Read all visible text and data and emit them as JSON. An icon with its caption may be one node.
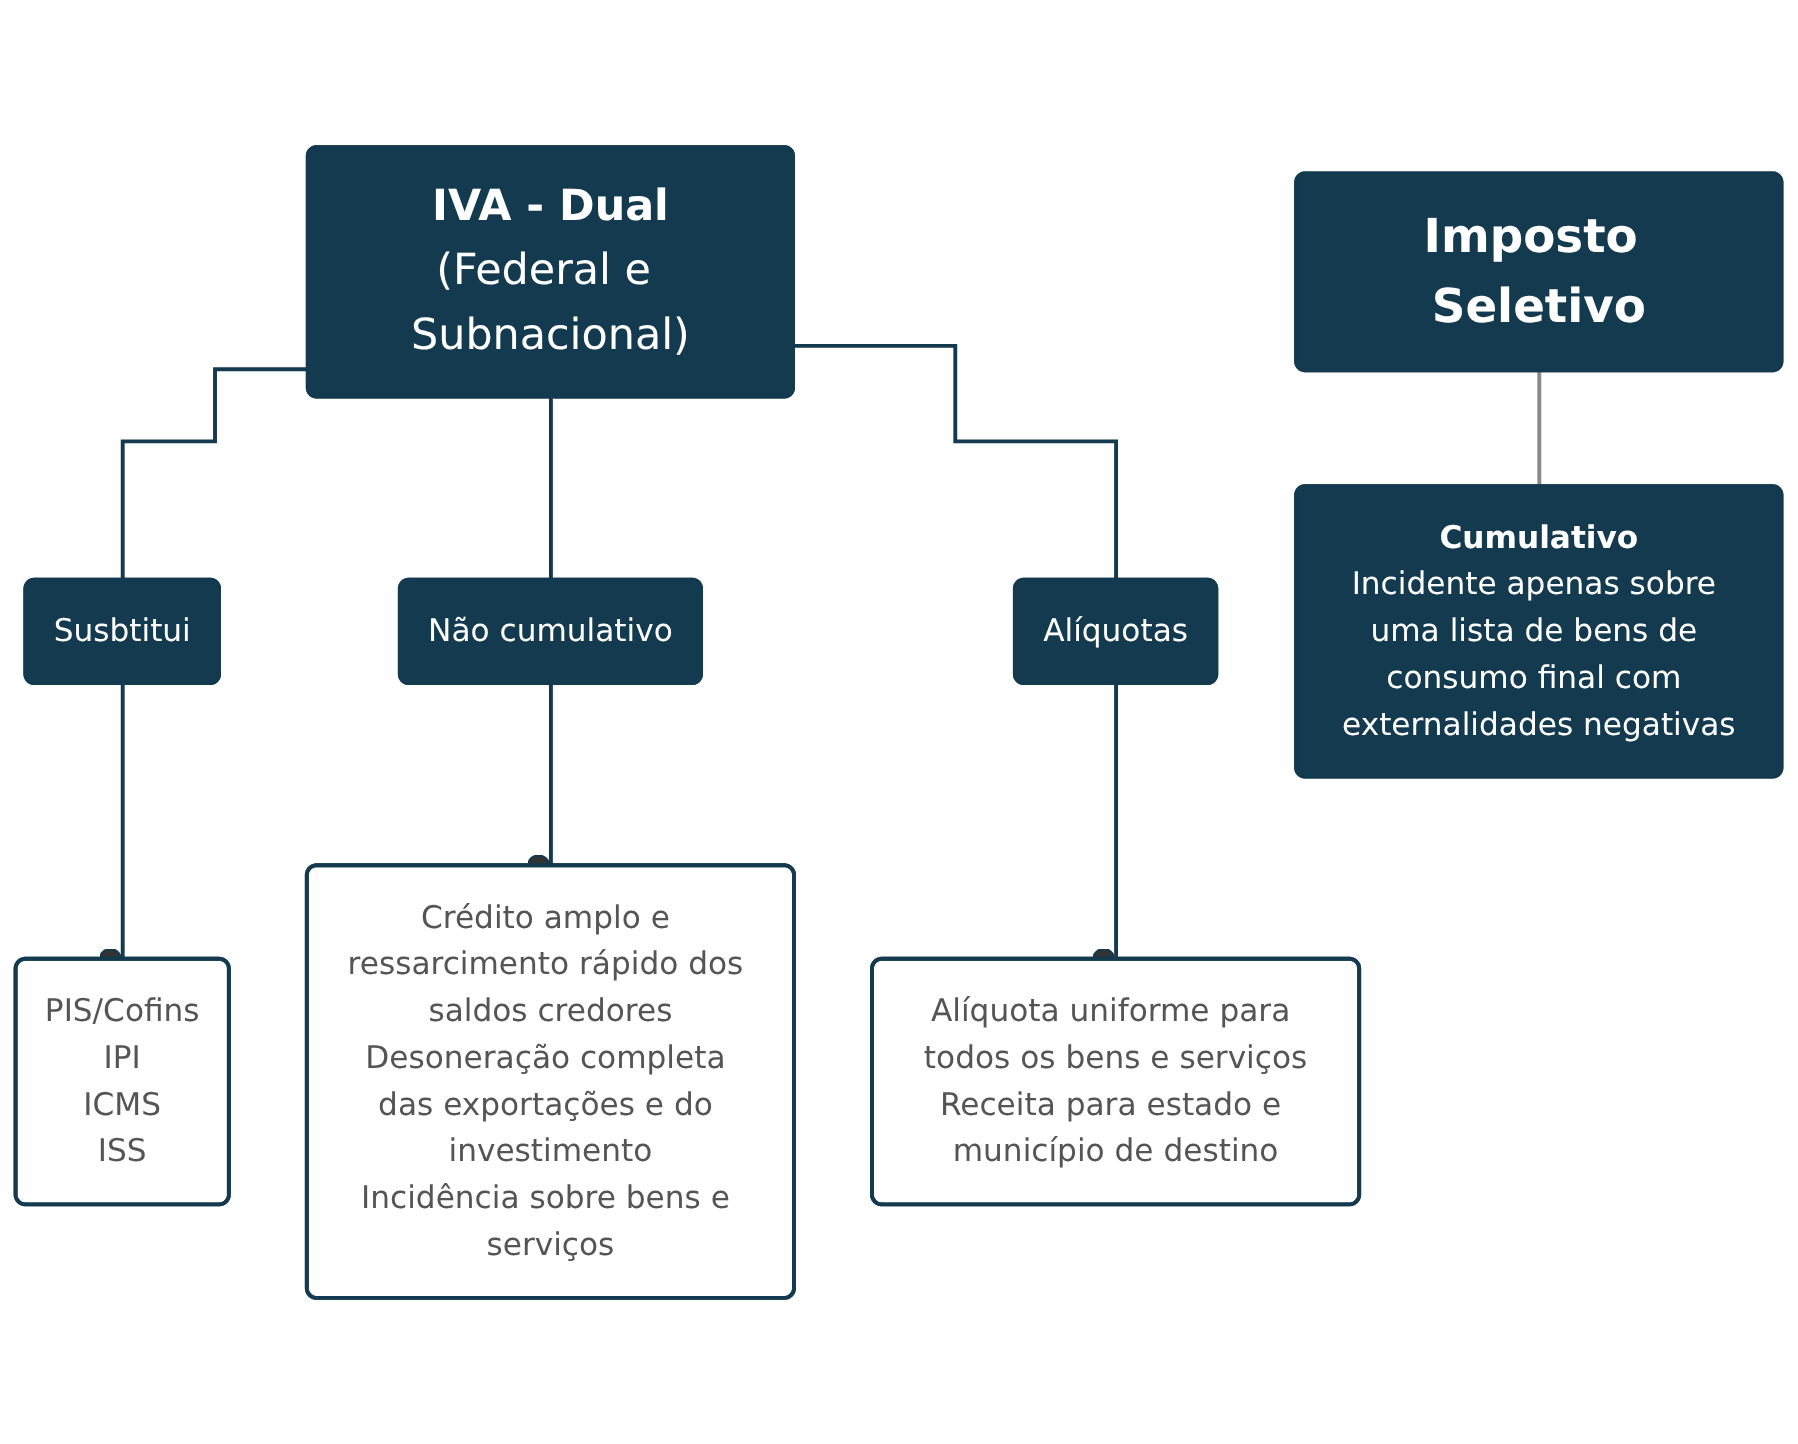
{
  "diagram": {
    "nodes": [
      {
        "text": [
          "IVA - Dual",
          "(Federal e Subnacional)"
        ]
      },
      {
        "text": [
          "Susbtitui"
        ]
      },
      {
        "text": [
          "Não cumulativo"
        ]
      },
      {
        "text": [
          "Alíquotas"
        ]
      },
      {
        "text": [
          "PIS/Cofins",
          "IPI",
          "ICMS",
          "ISS"
        ]
      },
      {
        "text": [
          "Crédito amplo e ressarcimento rápido dos saldos credores",
          "Desoneração completa das exportações e do investimento",
          "Incidência sobre bens e serviços"
        ]
      },
      {
        "text": [
          "Alíquota uniforme para todos os bens e serviços",
          "Receita para estado e município de destino"
        ]
      },
      {
        "text": [
          "Imposto Seletivo"
        ]
      },
      {
        "text": [
          "Cumulativo",
          "Incidente apenas sobre uma lista de bens de consumo final com externalidades negativas"
        ]
      }
    ],
    "edges": [
      {
        "from": 0,
        "to": 1,
        "arrow": "none"
      },
      {
        "from": 0,
        "to": 2,
        "arrow": "none"
      },
      {
        "from": 0,
        "to": 3,
        "arrow": "none"
      },
      {
        "from": 1,
        "to": 4,
        "arrow": "other"
      },
      {
        "from": 2,
        "to": 5,
        "arrow": "other"
      },
      {
        "from": 3,
        "to": 6,
        "arrow": "other"
      },
      {
        "from": 7,
        "to": 8,
        "arrow": "none",
        "color": "#8a8a8a"
      }
    ]
  }
}
